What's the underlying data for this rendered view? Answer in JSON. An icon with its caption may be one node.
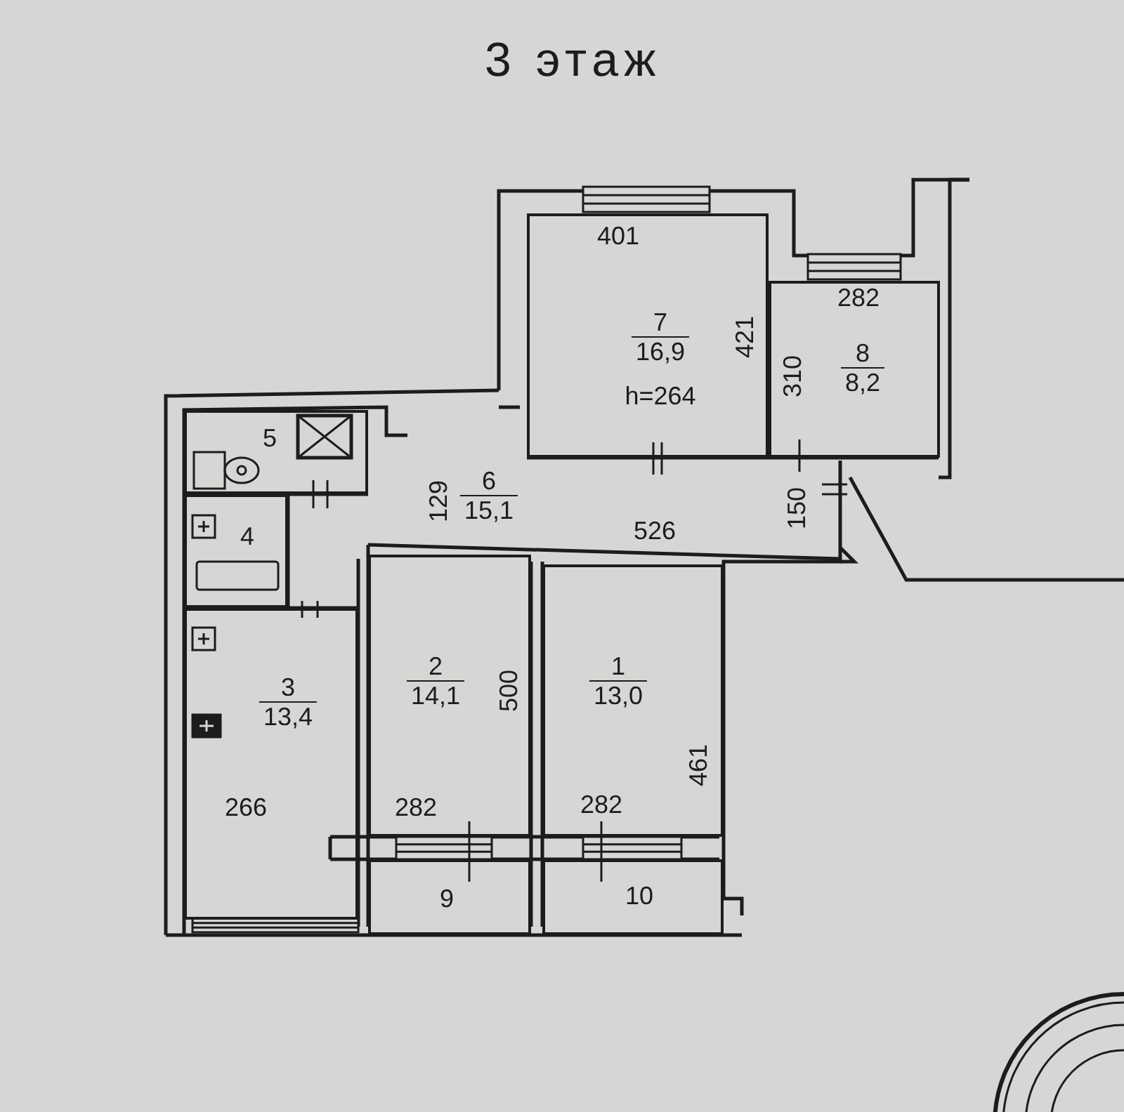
{
  "diagram": {
    "title": "3 этаж",
    "nodes": [
      {
        "text": [
          "7",
          "16,9"
        ]
      },
      {
        "text": [
          "8",
          "8,2"
        ]
      },
      {
        "text": [
          "5"
        ]
      },
      {
        "text": [
          "6",
          "15,1"
        ]
      },
      {
        "text": [
          "4"
        ]
      },
      {
        "text": [
          "3",
          "13,4"
        ]
      },
      {
        "text": [
          "2",
          "14,1"
        ]
      },
      {
        "text": [
          "1",
          "13,0"
        ]
      },
      {
        "text": [
          "9"
        ]
      },
      {
        "text": [
          "10"
        ]
      }
    ],
    "labels": [
      "401",
      "421",
      "h=264",
      "282",
      "310",
      "129",
      "526",
      "150",
      "500",
      "461",
      "266",
      "282",
      "282"
    ]
  }
}
